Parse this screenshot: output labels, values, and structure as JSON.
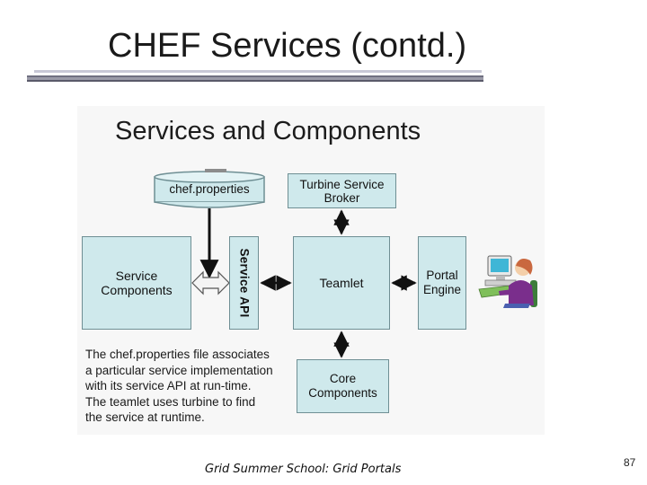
{
  "slide": {
    "title": "CHEF Services (contd.)",
    "footer": "Grid Summer School: Grid Portals",
    "page_number": "87"
  },
  "figure": {
    "title": "Services and Components",
    "database": {
      "label": "chef.properties"
    },
    "broker": {
      "line1": "Turbine Service",
      "line2": "Broker"
    },
    "service_components": {
      "line1": "Service",
      "line2": "Components"
    },
    "service_api": {
      "label": "Service API"
    },
    "teamlet": {
      "label": "Teamlet"
    },
    "portal_engine": {
      "line1": "Portal",
      "line2": "Engine"
    },
    "core_components": {
      "line1": "Core",
      "line2": "Components"
    },
    "description": [
      "The chef.properties file associates",
      "a particular service implementation",
      "with its service API at run-time.",
      "The teamlet uses turbine to find",
      "the service at runtime."
    ]
  },
  "colors": {
    "box_fill": "#cfe9ec",
    "box_border": "#6f8f94",
    "arrow": "#111111",
    "user_shirt": "#7a2e8c",
    "user_hair": "#c9683f",
    "monitor_screen": "#3fb6d6"
  },
  "icons": {
    "database": "cylinder-icon",
    "user": "person-at-computer-icon",
    "double_arrow": "double-arrow-icon"
  }
}
